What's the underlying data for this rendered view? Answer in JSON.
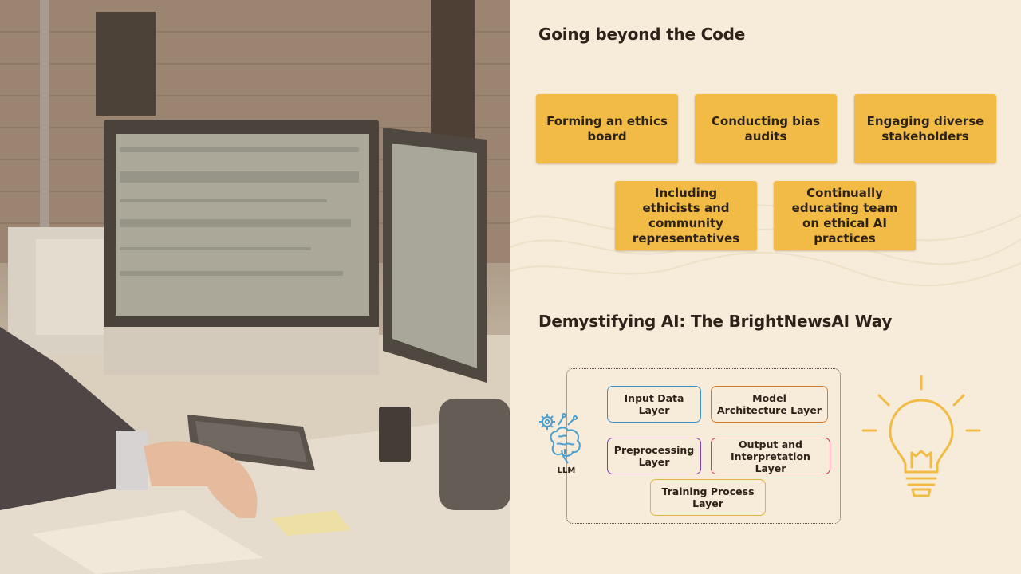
{
  "sections": {
    "code": {
      "title": "Going beyond the Code"
    },
    "ai": {
      "title": "Demystifying AI: The BrightNewsAI Way"
    }
  },
  "cards": [
    "Forming an ethics board",
    "Conducting bias audits",
    "Engaging diverse stakeholders",
    "Including ethicists and community representatives",
    "Continually educating team on ethical AI practices"
  ],
  "diagram": {
    "llm_label": "LLM",
    "layers": [
      {
        "label": "Input Data Layer",
        "color": "#3a8fc6"
      },
      {
        "label": "Model Architecture Layer",
        "color": "#d07a2a"
      },
      {
        "label": "Preprocessing Layer",
        "color": "#7b3fb5"
      },
      {
        "label": "Output and Interpretation Layer",
        "color": "#d23a5a"
      },
      {
        "label": "Training Process Layer",
        "color": "#e2b540"
      }
    ]
  },
  "icons": {
    "llm": "brain-gear-icon",
    "idea": "lightbulb-icon"
  },
  "colors": {
    "background": "#f7ecd9",
    "card": "#f1bb45",
    "text": "#2d2219",
    "icon_blue": "#4a9fd0",
    "bulb": "#f1bb45"
  }
}
